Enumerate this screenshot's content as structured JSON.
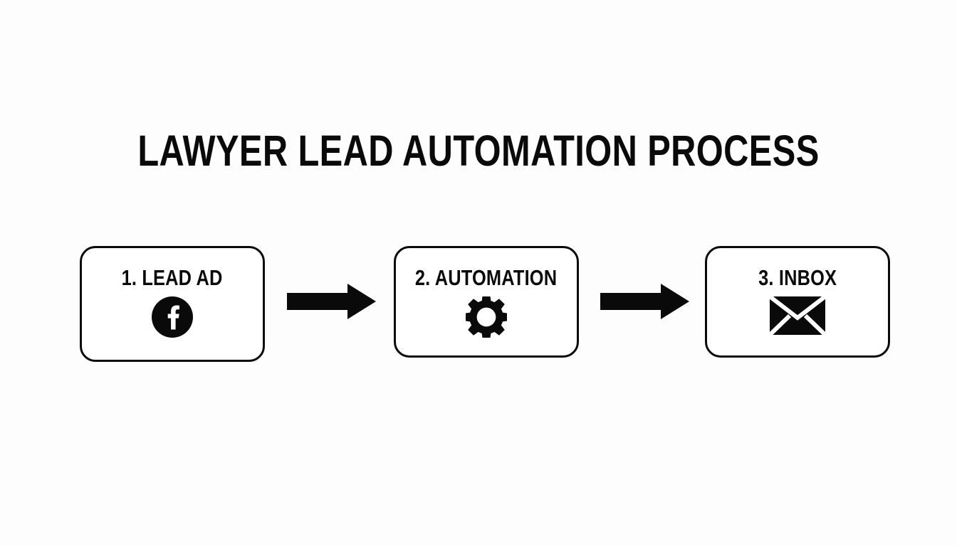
{
  "page": {
    "title": "LAWYER LEAD AUTOMATION PROCESS",
    "background_color": "#fdfdfd",
    "foreground_color": "#0a0a0a"
  },
  "diagram_data": {
    "type": "flowchart",
    "orientation": "horizontal",
    "title": "LAWYER LEAD AUTOMATION PROCESS",
    "node_count": 3,
    "connector_count": 2,
    "nodes": [
      {
        "index": 1,
        "number": "1.",
        "label": "1. LEAD AD",
        "icon": "facebook-icon",
        "icon_description": "black circle with white lowercase f",
        "shape": "rounded-rectangle",
        "border_color": "#0a0a0a",
        "fill_color": "#ffffff"
      },
      {
        "index": 2,
        "number": "2.",
        "label": "2. AUTOMATION",
        "icon": "gear-icon",
        "icon_description": "solid black eight-tooth gear with hollow center",
        "shape": "rounded-rectangle",
        "border_color": "#0a0a0a",
        "fill_color": "#ffffff"
      },
      {
        "index": 3,
        "number": "3.",
        "label": "3. INBOX",
        "icon": "envelope-icon",
        "icon_description": "solid black envelope with white flap lines",
        "shape": "rounded-rectangle",
        "border_color": "#0a0a0a",
        "fill_color": "#ffffff"
      }
    ],
    "connectors": [
      {
        "from": "1. LEAD AD",
        "to": "2. AUTOMATION",
        "style": "solid-block-arrow",
        "direction": "right",
        "color": "#0a0a0a"
      },
      {
        "from": "2. AUTOMATION",
        "to": "3. INBOX",
        "style": "solid-block-arrow",
        "direction": "right",
        "color": "#0a0a0a"
      }
    ]
  }
}
